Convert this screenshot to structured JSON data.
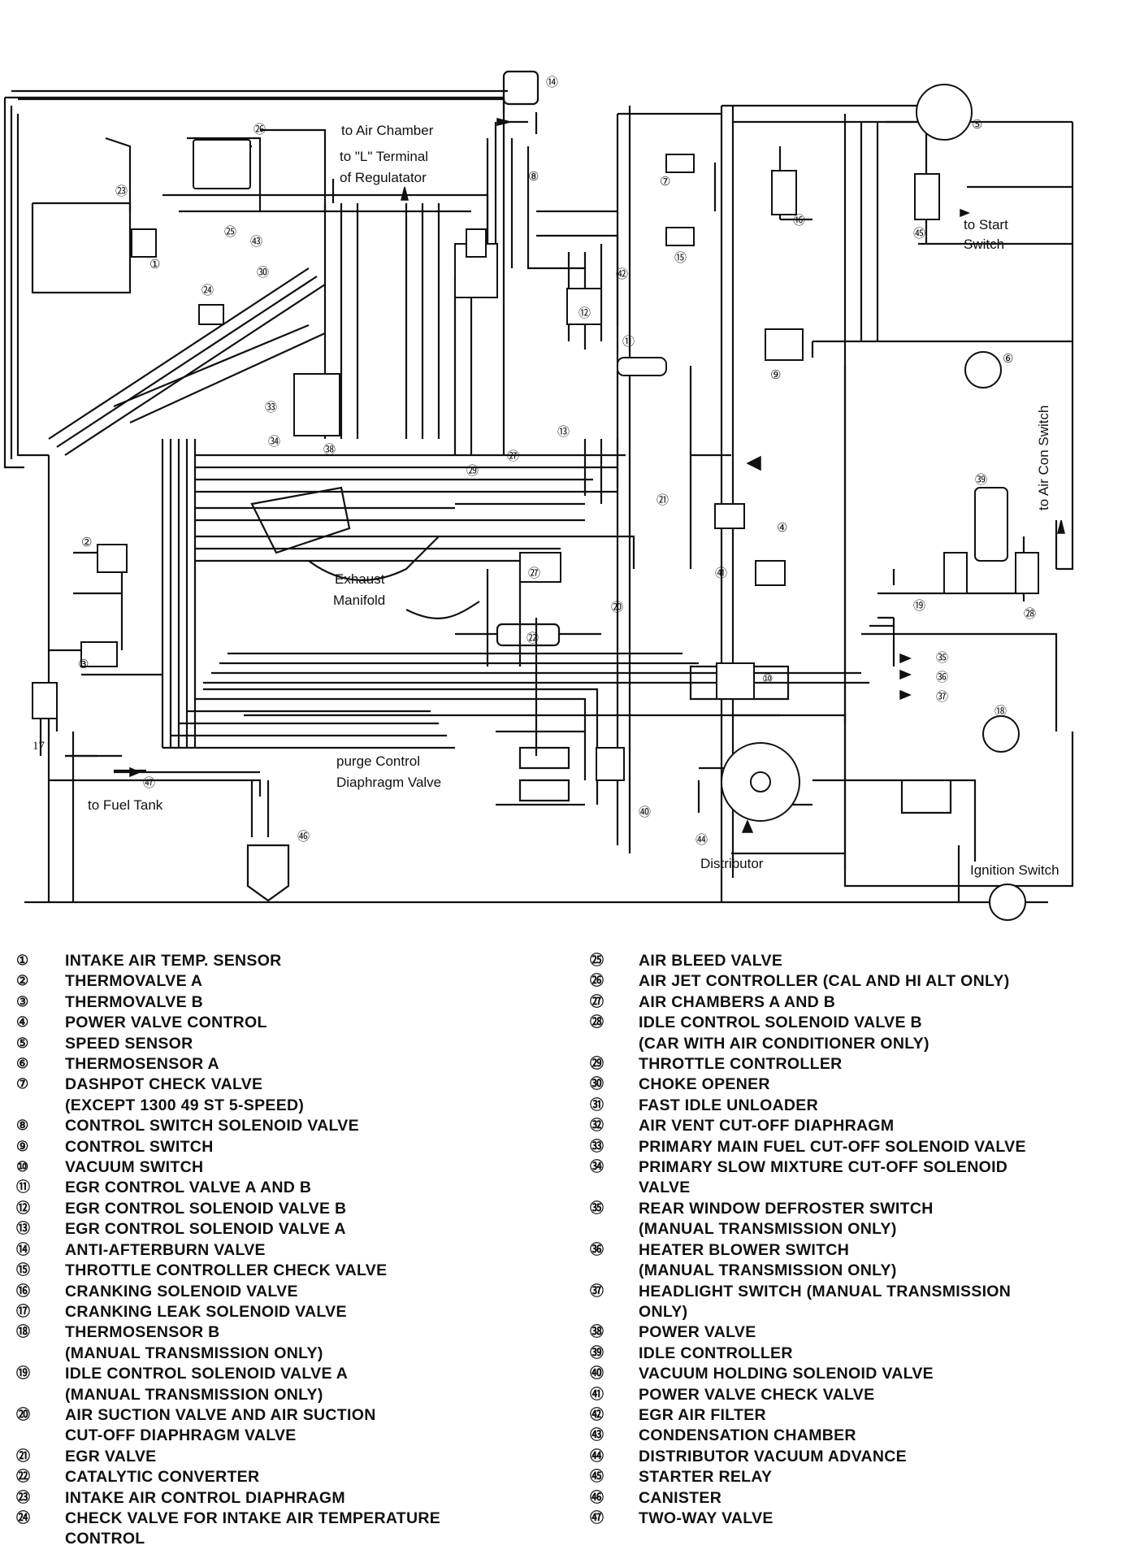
{
  "diagram": {
    "callouts": {
      "to_air_chamber": "to Air Chamber",
      "to_l_terminal": "to \"L\" Terminal",
      "of_regulator": "of Regulatator",
      "to_start": "to Start",
      "switch": "Switch",
      "exhaust": "Exhaust",
      "manifold": "Manifold",
      "purge_control": "purge Control",
      "diaphragm_valve": "Diaphragm Valve",
      "to_fuel_tank": "to Fuel Tank",
      "distributor": "Distributor",
      "ignition_switch": "Ignition Switch",
      "to_air_con_switch": "to Air Con Switch"
    }
  },
  "legend": {
    "left": [
      {
        "num": "①",
        "text": "INTAKE AIR TEMP. SENSOR"
      },
      {
        "num": "②",
        "text": "THERMOVALVE A"
      },
      {
        "num": "③",
        "text": "THERMOVALVE B"
      },
      {
        "num": "④",
        "text": "POWER VALVE CONTROL"
      },
      {
        "num": "⑤",
        "text": "SPEED SENSOR"
      },
      {
        "num": "⑥",
        "text": "THERMOSENSOR A"
      },
      {
        "num": "⑦",
        "text": "DASHPOT CHECK VALVE\n(EXCEPT 1300 49 ST 5-SPEED)"
      },
      {
        "num": "⑧",
        "text": "CONTROL SWITCH SOLENOID VALVE"
      },
      {
        "num": "⑨",
        "text": "CONTROL SWITCH"
      },
      {
        "num": "⑩",
        "text": "VACUUM SWITCH"
      },
      {
        "num": "⑪",
        "text": "EGR CONTROL VALVE A AND B"
      },
      {
        "num": "⑫",
        "text": "EGR CONTROL SOLENOID VALVE B"
      },
      {
        "num": "⑬",
        "text": "EGR CONTROL SOLENOID VALVE A"
      },
      {
        "num": "⑭",
        "text": "ANTI-AFTERBURN VALVE"
      },
      {
        "num": "⑮",
        "text": "THROTTLE CONTROLLER CHECK VALVE"
      },
      {
        "num": "⑯",
        "text": "CRANKING SOLENOID VALVE"
      },
      {
        "num": "⑰",
        "text": "CRANKING LEAK SOLENOID VALVE"
      },
      {
        "num": "⑱",
        "text": "THERMOSENSOR B\n(MANUAL TRANSMISSION ONLY)"
      },
      {
        "num": "⑲",
        "text": "IDLE CONTROL SOLENOID VALVE A\n(MANUAL TRANSMISSION ONLY)"
      },
      {
        "num": "⑳",
        "text": "AIR SUCTION VALVE AND AIR SUCTION\nCUT-OFF DIAPHRAGM VALVE"
      },
      {
        "num": "㉑",
        "text": "EGR VALVE"
      },
      {
        "num": "㉒",
        "text": "CATALYTIC CONVERTER"
      },
      {
        "num": "㉓",
        "text": "INTAKE AIR CONTROL DIAPHRAGM"
      },
      {
        "num": "㉔",
        "text": "CHECK VALVE FOR INTAKE AIR TEMPERATURE\nCONTROL"
      }
    ],
    "right": [
      {
        "num": "㉕",
        "text": "AIR BLEED VALVE"
      },
      {
        "num": "㉖",
        "text": "AIR JET CONTROLLER (CAL AND HI ALT ONLY)"
      },
      {
        "num": "㉗",
        "text": "AIR CHAMBERS A AND B"
      },
      {
        "num": "㉘",
        "text": "IDLE CONTROL SOLENOID VALVE B\n(CAR WITH AIR CONDITIONER ONLY)"
      },
      {
        "num": "㉙",
        "text": "THROTTLE CONTROLLER"
      },
      {
        "num": "㉚",
        "text": "CHOKE OPENER"
      },
      {
        "num": "㉛",
        "text": "FAST IDLE UNLOADER"
      },
      {
        "num": "㉜",
        "text": "AIR VENT CUT-OFF DIAPHRAGM"
      },
      {
        "num": "㉝",
        "text": "PRIMARY MAIN FUEL CUT-OFF SOLENOID VALVE"
      },
      {
        "num": "㉞",
        "text": "PRIMARY SLOW MIXTURE CUT-OFF SOLENOID\nVALVE"
      },
      {
        "num": "㉟",
        "text": "REAR WINDOW DEFROSTER SWITCH\n(MANUAL TRANSMISSION ONLY)"
      },
      {
        "num": "㊱",
        "text": "HEATER BLOWER SWITCH\n(MANUAL TRANSMISSION ONLY)"
      },
      {
        "num": "㊲",
        "text": "HEADLIGHT SWITCH (MANUAL TRANSMISSION\nONLY)"
      },
      {
        "num": "㊳",
        "text": "POWER VALVE"
      },
      {
        "num": "㊴",
        "text": "IDLE CONTROLLER"
      },
      {
        "num": "㊵",
        "text": "VACUUM HOLDING SOLENOID VALVE"
      },
      {
        "num": "㊶",
        "text": "POWER VALVE CHECK VALVE"
      },
      {
        "num": "㊷",
        "text": "EGR AIR FILTER"
      },
      {
        "num": "㊸",
        "text": "CONDENSATION CHAMBER"
      },
      {
        "num": "㊹",
        "text": "DISTRIBUTOR VACUUM ADVANCE"
      },
      {
        "num": "㊺",
        "text": "STARTER RELAY"
      },
      {
        "num": "㊻",
        "text": "CANISTER"
      },
      {
        "num": "㊼",
        "text": "TWO-WAY VALVE"
      }
    ]
  }
}
